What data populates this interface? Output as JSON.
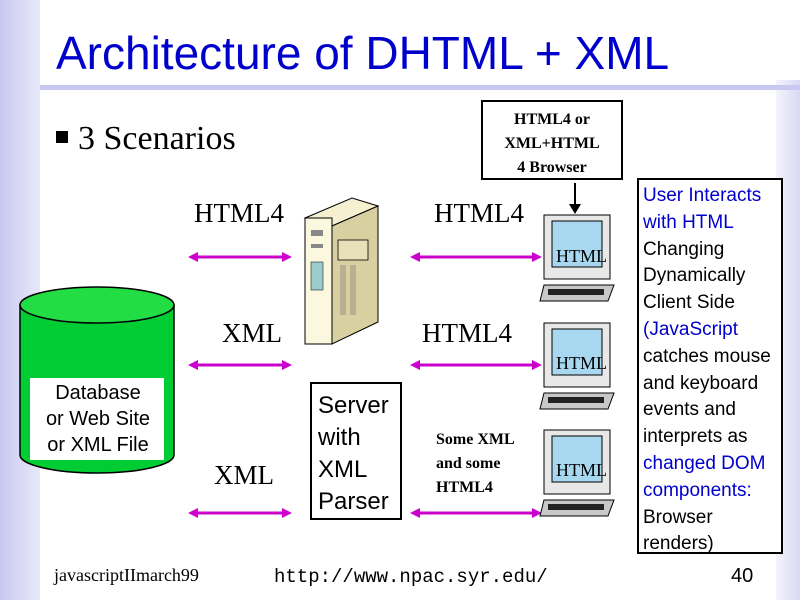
{
  "title": "Architecture of DHTML + XML",
  "bullet": "3 Scenarios",
  "browser_box": {
    "line1": "HTML4 or",
    "line2": "XML+HTML",
    "line3": "4 Browser"
  },
  "database": {
    "line1": "Database",
    "line2": "or Web Site",
    "line3": "or XML File"
  },
  "server_box": {
    "line1": "Server",
    "line2": "with",
    "line3": "XML",
    "line4": "Parser"
  },
  "left_links": [
    "HTML4",
    "XML",
    "XML"
  ],
  "right_links": {
    "top": "HTML4",
    "middle": "HTML4",
    "bottom_line1": "Some XML",
    "bottom_line2": "and some",
    "bottom_line3": "HTML4"
  },
  "monitor_labels": [
    "HTML",
    "HTML",
    "HTML"
  ],
  "side_note": {
    "lines": [
      "User Interacts",
      "with HTML",
      "Changing",
      "Dynamically",
      "Client Side",
      "(JavaScript",
      "catches mouse",
      "and keyboard",
      "events and",
      "interprets as",
      "changed DOM",
      "components:",
      "Browser",
      "renders)"
    ]
  },
  "footer": {
    "left": "javascriptIImarch99",
    "url": "http://www.npac.syr.edu/",
    "page": "40"
  },
  "colors": {
    "title": "#0000cc",
    "arrow": "#cc00cc",
    "database_fill": "#00cc33",
    "side_bar": "#c8c8f0"
  }
}
